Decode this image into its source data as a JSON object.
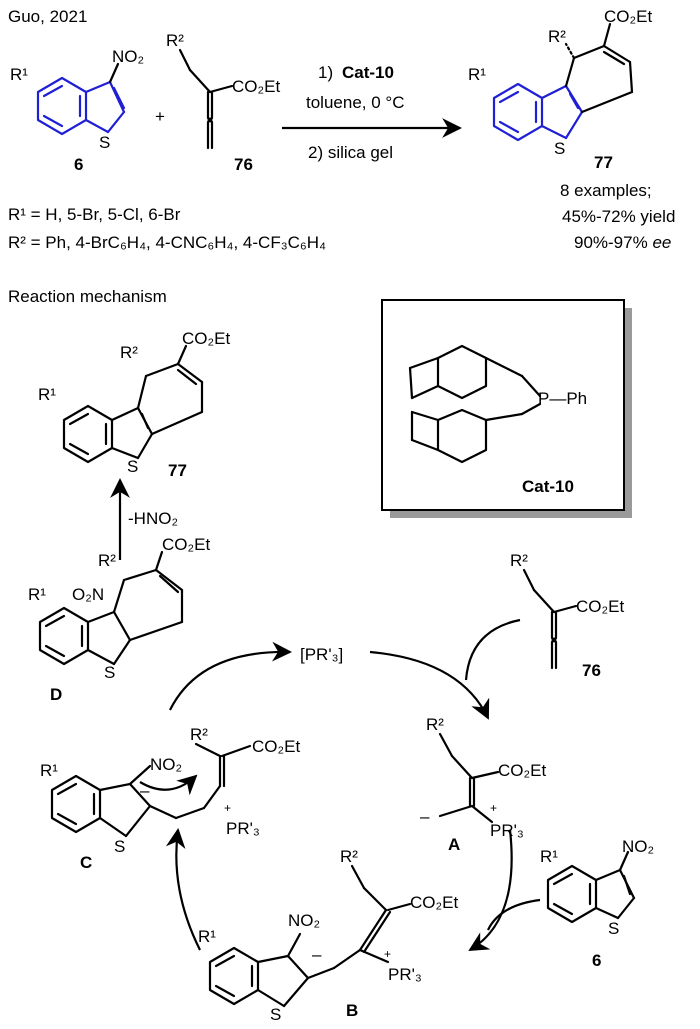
{
  "title": "Guo, 2021",
  "reaction": {
    "reactant_nitro_label": "6",
    "reactant_allene_label": "76",
    "product_label": "77",
    "plus": "+",
    "step1_prefix": "1)",
    "step1_catalyst": "Cat-10",
    "step1_conditions": "toluene, 0 °C",
    "step2": "2) silica gel",
    "examples": "8 examples;",
    "yield": "45%-72% yield",
    "ee_value": "90%-97%",
    "ee_unit": "ee",
    "r1_definition": "R¹ = H, 5-Br, 5-Cl, 6-Br",
    "r2_definition": "R² = Ph, 4-BrC₆H₄, 4-CNC₆H₄, 4-CF₃C₆H₄"
  },
  "mechanism": {
    "heading": "Reaction mechanism",
    "catalyst_label": "Cat-10",
    "catalyst_p_label": "P—Ph",
    "phosphine_label": "[PR'₃]",
    "elimination_label": "-HNO₂",
    "intermediates": {
      "A": "A",
      "B": "B",
      "C": "C",
      "D": "D"
    },
    "allene_label": "76",
    "nitro_label": "6",
    "product_label": "77"
  },
  "atoms": {
    "no2": "NO₂",
    "o2n": "O₂N",
    "co2et": "CO₂Et",
    "s": "S",
    "r1": "R¹",
    "r2": "R²",
    "pr3_plus": "PR'₃",
    "plus_sign": "+",
    "minus_sign": "–"
  },
  "colors": {
    "highlight": "#1f1fd6",
    "frame_shadow": "#9a9a9a"
  }
}
